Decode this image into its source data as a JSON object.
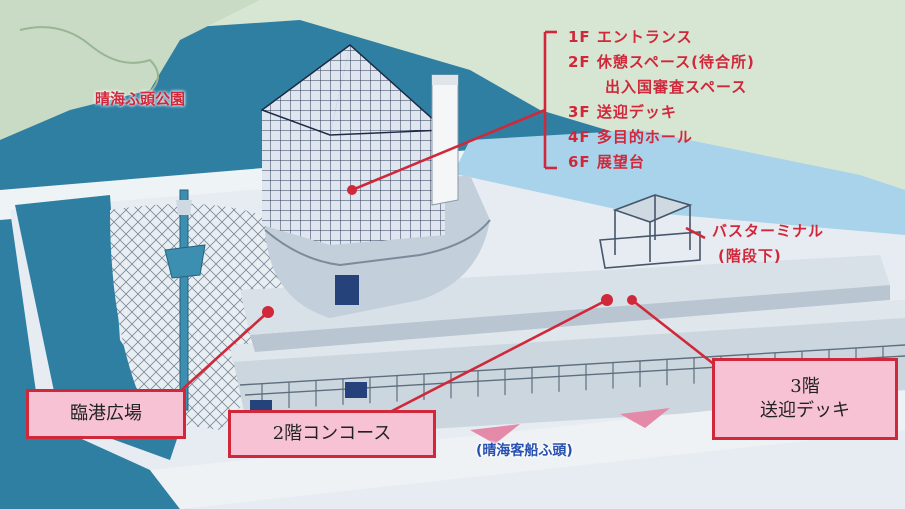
{
  "park_label": "晴海ふ頭公園",
  "floors": [
    "1F エントランス",
    "2F 休憩スペース(待合所)",
    "出入国審査スペース",
    "3F 送迎デッキ",
    "4F 多目的ホール",
    "6F 展望台"
  ],
  "bus_terminal": {
    "line1": "バスターミナル",
    "line2": "(階段下)"
  },
  "callouts": {
    "plaza": "臨港広場",
    "concourse": "2階コンコース",
    "deck_line1": "3階",
    "deck_line2": "送迎デッキ"
  },
  "pier_label": "(晴海客船ふ頭)",
  "colors": {
    "accent": "#d0283a",
    "callout_fill": "#f7c3d4",
    "sea": "#2f7fa3",
    "pool": "#a8d3ea",
    "land": "#d7e6d2",
    "building": "#c9d3dc"
  }
}
